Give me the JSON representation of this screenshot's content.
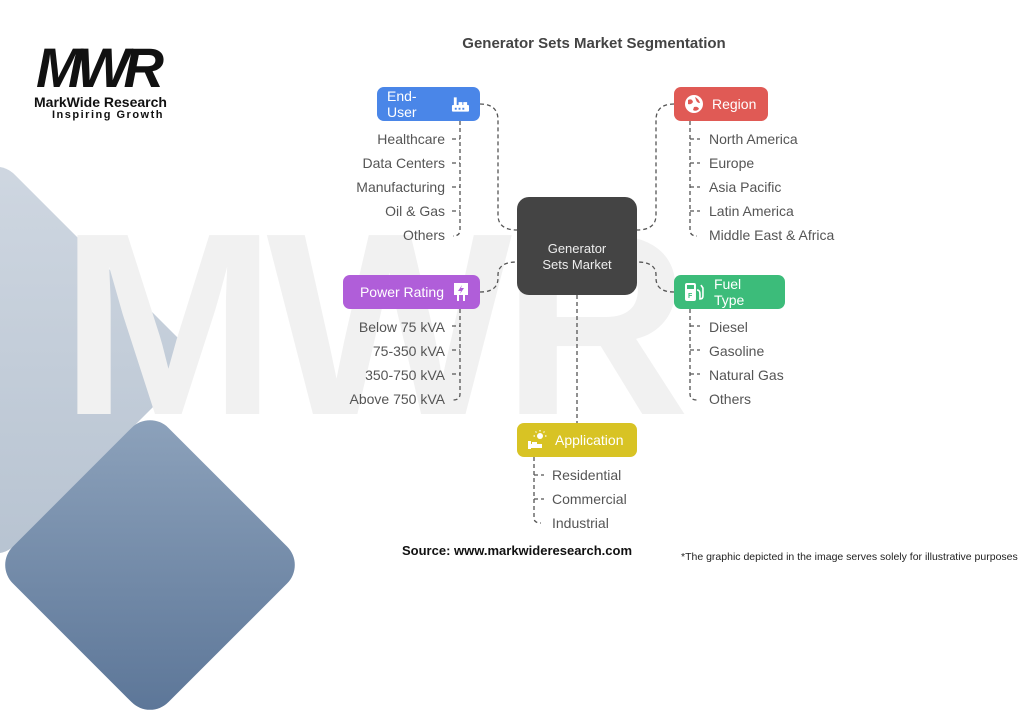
{
  "logo": {
    "mark": "MWR",
    "name": "MarkWide Research",
    "tagline": "Inspiring Growth"
  },
  "title": "Generator Sets Market Segmentation",
  "watermark": "MWR",
  "center": {
    "line1": "Generator",
    "line2": "Sets Market"
  },
  "segments": {
    "end_user": {
      "label": "End-User",
      "icon": "factory-icon",
      "color": "#4a86e8",
      "items": [
        "Healthcare",
        "Data Centers",
        "Manufacturing",
        "Oil & Gas",
        "Others"
      ]
    },
    "region": {
      "label": "Region",
      "icon": "globe-icon",
      "color": "#e05a55",
      "items": [
        "North America",
        "Europe",
        "Asia Pacific",
        "Latin America",
        "Middle East & Africa"
      ]
    },
    "power_rating": {
      "label": "Power Rating",
      "icon": "power-plug-icon",
      "color": "#b05ed9",
      "items": [
        "Below 75 kVA",
        "75-350 kVA",
        "350-750 kVA",
        "Above 750 kVA"
      ]
    },
    "fuel_type": {
      "label": "Fuel Type",
      "icon": "fuel-pump-icon",
      "color": "#3cbc7a",
      "items": [
        "Diesel",
        "Gasoline",
        "Natural Gas",
        "Others"
      ]
    },
    "application": {
      "label": "Application",
      "icon": "lightbulb-bed-icon",
      "color": "#d8c324",
      "items": [
        "Residential",
        "Commercial",
        "Industrial"
      ]
    }
  },
  "footer": {
    "source": "Source: www.markwideresearch.com",
    "note": "*The graphic depicted in the image serves solely for illustrative purposes"
  }
}
